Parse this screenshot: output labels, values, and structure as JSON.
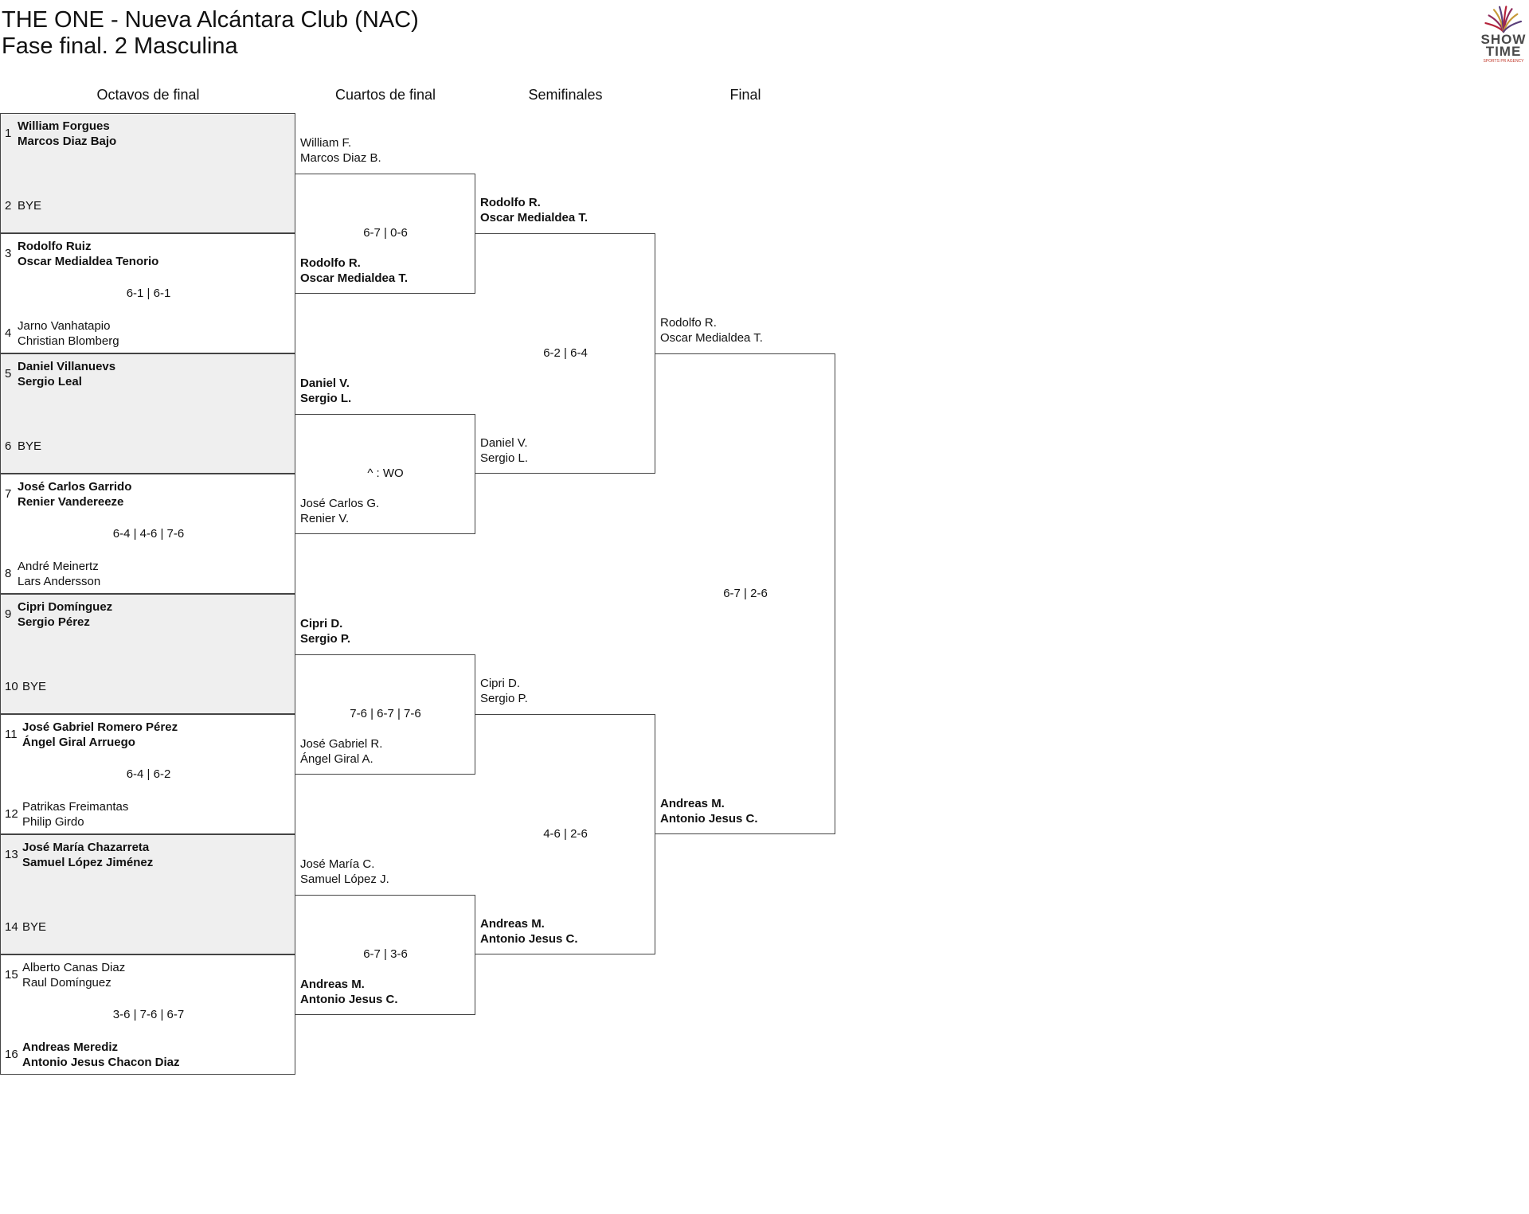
{
  "header": {
    "title_line1": "THE ONE - Nueva Alcántara Club (NAC)",
    "title_line2": "Fase final. 2 Masculina"
  },
  "logo": {
    "icon": "firework-logo-icon",
    "line1": "SHOW",
    "line2": "TIME",
    "tagline": "SPORTS PR AGENCY",
    "colors": [
      "#b5223a",
      "#8e2b5b",
      "#c79a3a",
      "#5a3f7a"
    ]
  },
  "rounds": [
    "Octavos de final",
    "Cuartos de final",
    "Semifinales",
    "Final"
  ],
  "octavos": [
    {
      "seed_top": "1",
      "top": [
        "William Forgues",
        "Marcos Diaz Bajo"
      ],
      "top_winner": true,
      "seed_bottom": "2",
      "bottom": [
        "BYE"
      ],
      "bottom_winner": false,
      "score": "",
      "bye": true
    },
    {
      "seed_top": "3",
      "top": [
        "Rodolfo Ruiz",
        "Oscar Medialdea Tenorio"
      ],
      "top_winner": true,
      "seed_bottom": "4",
      "bottom": [
        "Jarno Vanhatapio",
        "Christian Blomberg"
      ],
      "bottom_winner": false,
      "score": "6-1 | 6-1",
      "bye": false
    },
    {
      "seed_top": "5",
      "top": [
        "Daniel Villanuevs",
        "Sergio Leal"
      ],
      "top_winner": true,
      "seed_bottom": "6",
      "bottom": [
        "BYE"
      ],
      "bottom_winner": false,
      "score": "",
      "bye": true
    },
    {
      "seed_top": "7",
      "top": [
        "José Carlos Garrido",
        "Renier Vandereeze"
      ],
      "top_winner": true,
      "seed_bottom": "8",
      "bottom": [
        "André Meinertz",
        "Lars Andersson"
      ],
      "bottom_winner": false,
      "score": "6-4 | 4-6 | 7-6",
      "bye": false
    },
    {
      "seed_top": "9",
      "top": [
        "Cipri Domínguez",
        "Sergio Pérez"
      ],
      "top_winner": true,
      "seed_bottom": "10",
      "bottom": [
        "BYE"
      ],
      "bottom_winner": false,
      "score": "",
      "bye": true
    },
    {
      "seed_top": "11",
      "top": [
        "José Gabriel Romero Pérez",
        "Ángel Giral Arruego"
      ],
      "top_winner": true,
      "seed_bottom": "12",
      "bottom": [
        "Patrikas Freimantas",
        "Philip Girdo"
      ],
      "bottom_winner": false,
      "score": "6-4 | 6-2",
      "bye": false
    },
    {
      "seed_top": "13",
      "top": [
        "José María Chazarreta",
        "Samuel López Jiménez"
      ],
      "top_winner": true,
      "seed_bottom": "14",
      "bottom": [
        "BYE"
      ],
      "bottom_winner": false,
      "score": "",
      "bye": true
    },
    {
      "seed_top": "15",
      "top": [
        "Alberto Canas Diaz",
        "Raul Domínguez"
      ],
      "top_winner": false,
      "seed_bottom": "16",
      "bottom": [
        "Andreas Merediz",
        "Antonio Jesus Chacon Diaz"
      ],
      "bottom_winner": true,
      "score": "3-6 | 7-6 | 6-7",
      "bye": false
    }
  ],
  "cuartos": [
    {
      "top": [
        "William F.",
        "Marcos Diaz B."
      ],
      "top_winner": false,
      "bottom": [
        "Rodolfo R.",
        "Oscar Medialdea T."
      ],
      "bottom_winner": true,
      "score": "6-7 | 0-6"
    },
    {
      "top": [
        "Daniel V.",
        "Sergio L."
      ],
      "top_winner": true,
      "bottom": [
        "José Carlos G.",
        "Renier V."
      ],
      "bottom_winner": false,
      "score": "^ : WO"
    },
    {
      "top": [
        "Cipri D.",
        "Sergio P."
      ],
      "top_winner": true,
      "bottom": [
        "José Gabriel R.",
        "Ángel Giral A."
      ],
      "bottom_winner": false,
      "score": "7-6 | 6-7 | 7-6"
    },
    {
      "top": [
        "José María C.",
        "Samuel López J."
      ],
      "top_winner": false,
      "bottom": [
        "Andreas M.",
        "Antonio Jesus C."
      ],
      "bottom_winner": true,
      "score": "6-7 | 3-6"
    }
  ],
  "semifinales": [
    {
      "top": [
        "Rodolfo R.",
        "Oscar Medialdea T."
      ],
      "top_winner": true,
      "bottom": [
        "Daniel V.",
        "Sergio L."
      ],
      "bottom_winner": false,
      "score": "6-2 | 6-4"
    },
    {
      "top": [
        "Cipri D.",
        "Sergio P."
      ],
      "top_winner": false,
      "bottom": [
        "Andreas M.",
        "Antonio Jesus C."
      ],
      "bottom_winner": true,
      "score": "4-6 | 2-6"
    }
  ],
  "final": [
    {
      "top": [
        "Rodolfo R.",
        "Oscar Medialdea T."
      ],
      "top_winner": false,
      "bottom": [
        "Andreas M.",
        "Antonio Jesus C."
      ],
      "bottom_winner": true,
      "score": "6-7 | 2-6"
    }
  ]
}
